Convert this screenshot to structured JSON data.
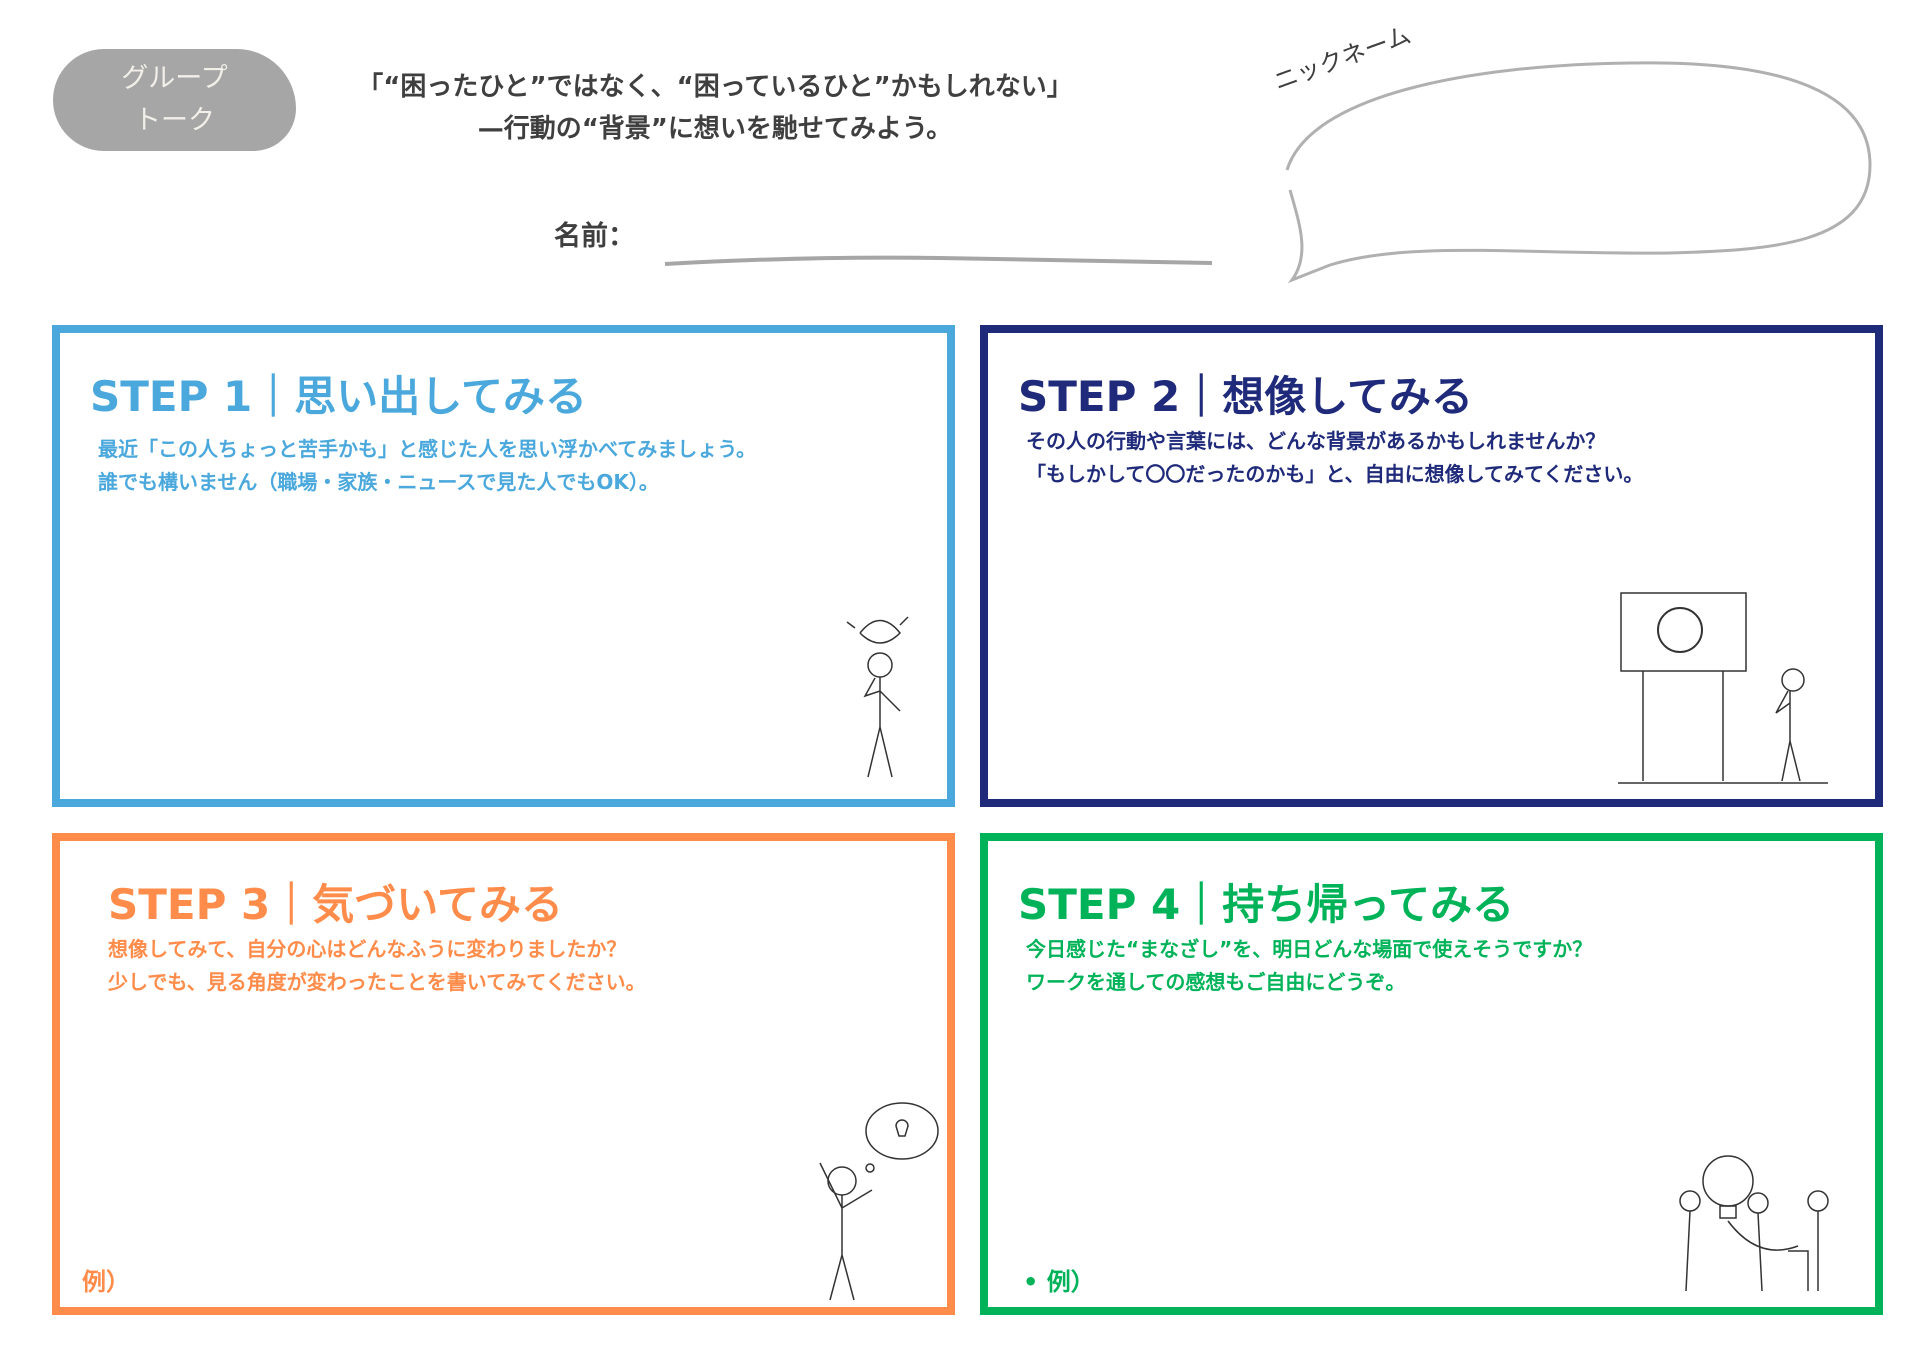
{
  "header": {
    "badge": [
      "グループ",
      "トーク"
    ],
    "title_line1": "「“困ったひと”ではなく、“困っているひと”かもしれない」",
    "title_line2": "—行動の“背景”に想いを馳せてみよう。",
    "name_label": "名前：",
    "nickname_label": "ニックネーム"
  },
  "steps": [
    {
      "title": "STEP 1｜思い出してみる",
      "color": "#4aa8dc",
      "lines": [
        "最近「この人ちょっと苦手かも」と感じた人を思い浮かべてみましょう。",
        "誰でも構いません（職場・家族・ニュースで見た人でもOK）。"
      ]
    },
    {
      "title": "STEP 2｜想像してみる",
      "color": "#1f2a7a",
      "lines": [
        "その人の行動や言葉には、どんな背景があるかもしれませんか？",
        "「もしかして〇〇だったのかも」と、自由に想像してみてください。"
      ]
    },
    {
      "title": "STEP 3｜気づいてみる",
      "color": "#ff8c4a",
      "lines": [
        "想像してみて、自分の心はどんなふうに変わりましたか？",
        "少しでも、見る角度が変わったことを書いてみてください。"
      ],
      "example": "例）"
    },
    {
      "title": "STEP 4｜持ち帰ってみる",
      "color": "#00b359",
      "lines": [
        "今日感じた“まなざし”を、明日どんな場面で使えそうですか？",
        " ワークを通しての感想もご自由にどうぞ。"
      ],
      "example": "•  例）"
    }
  ]
}
